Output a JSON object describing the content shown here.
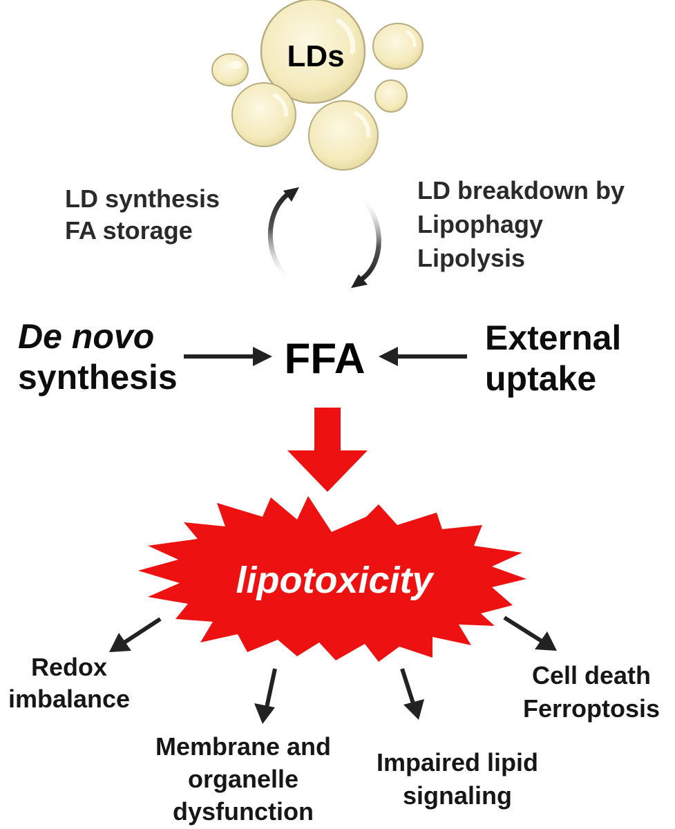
{
  "diagram": {
    "lipid_droplets_label": "LDs",
    "left_cycle_text": [
      "LD synthesis",
      "FA storage"
    ],
    "right_cycle_text": [
      "LD breakdown by",
      "Lipophagy",
      "Lipolysis"
    ],
    "de_novo_text": [
      "De novo",
      "synthesis"
    ],
    "center_label": "FFA",
    "external_text": [
      "External",
      "uptake"
    ],
    "burst_label": "lipotoxicity",
    "outcomes": {
      "redox": [
        "Redox",
        "imbalance"
      ],
      "membrane": [
        "Membrane and",
        "organelle",
        "dysfunction"
      ],
      "signaling": [
        "Impaired lipid",
        "signaling"
      ],
      "death": [
        "Cell death",
        "Ferroptosis"
      ]
    },
    "colors": {
      "droplet_fill": "#f6edc0",
      "droplet_stroke": "#b8ad80",
      "burst_red": "#ee1111",
      "arrow_dark": "#222222"
    }
  }
}
